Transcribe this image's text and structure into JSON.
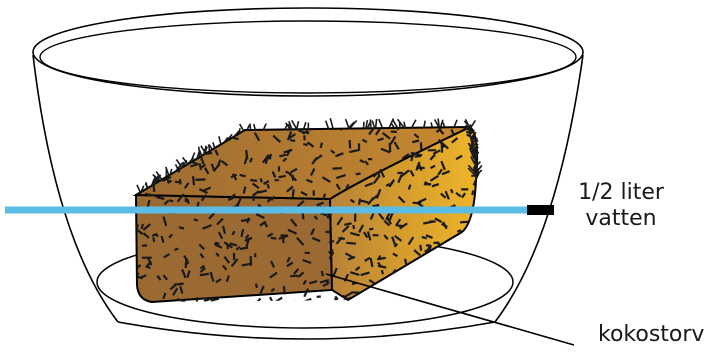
{
  "labels": {
    "water_line1": "1/2 liter",
    "water_line2": "vatten",
    "coco": "kokostorv"
  },
  "colors": {
    "water_line": "#5bbde6",
    "block_dark": "#9a6a34",
    "block_side": "#d59a28",
    "block_bright": "#ecb12a",
    "outline": "#000000",
    "texture": "#1a1a1a"
  }
}
